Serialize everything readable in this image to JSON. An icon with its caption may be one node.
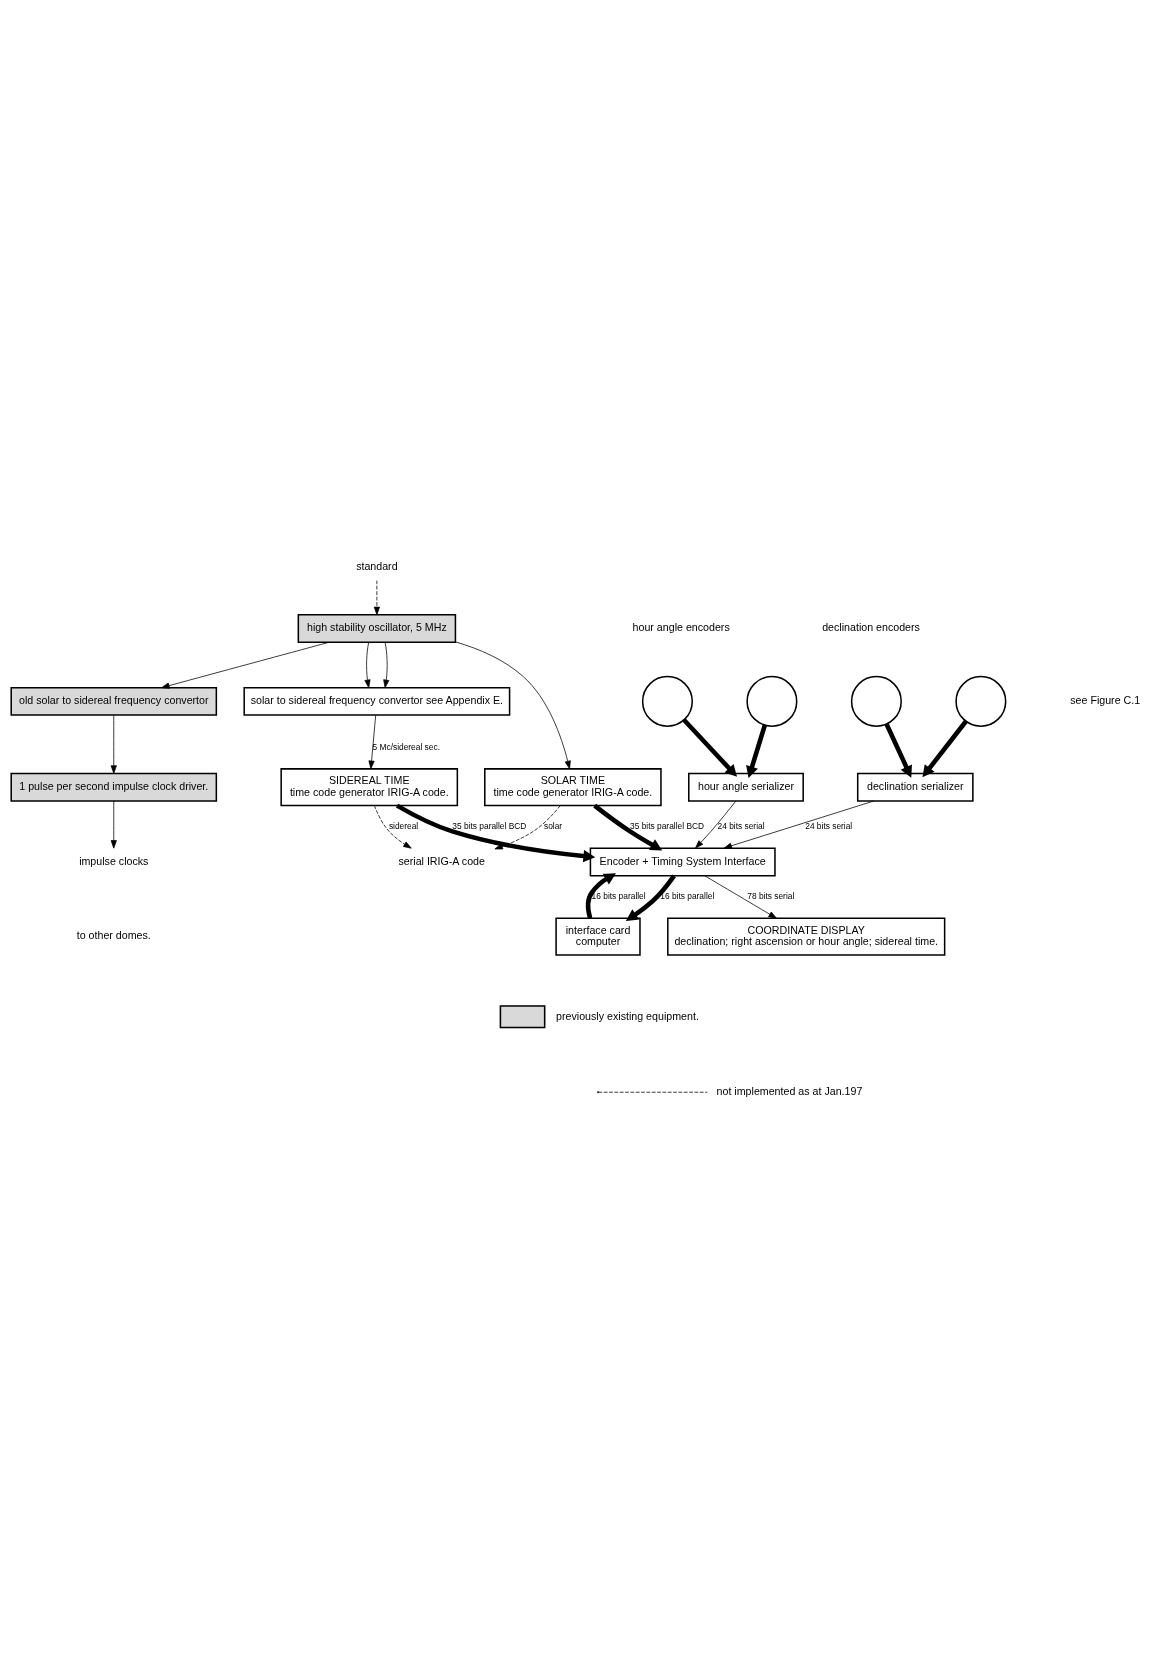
{
  "diagram": {
    "nodes": [
      {
        "text": [
          "standard"
        ]
      },
      {
        "text": [
          "high stability oscillator, 5 MHz"
        ]
      },
      {
        "text": [
          "solar to sidereal frequency convertor see Appendix E."
        ]
      },
      {
        "text": [
          "SIDEREAL TIME",
          "time code generator IRIG-A code."
        ]
      },
      {
        "text": [
          "SOLAR TIME",
          "time code generator IRIG-A code."
        ]
      },
      {
        "text": [
          "old solar to sidereal frequency convertor"
        ]
      },
      {
        "text": [
          "1 pulse per second impulse clock driver."
        ]
      },
      {
        "text": [
          "impulse clocks"
        ]
      },
      {
        "text": [
          "serial IRIG-A code"
        ]
      },
      {
        "text": [],
        "shape": "circle"
      },
      {
        "text": [],
        "shape": "circle"
      },
      {
        "text": [],
        "shape": "circle"
      },
      {
        "text": [],
        "shape": "circle"
      },
      {
        "text": [
          "hour angle serializer"
        ]
      },
      {
        "text": [
          "declination serializer"
        ]
      },
      {
        "text": [
          "Encoder + Timing System Interface"
        ]
      },
      {
        "text": [
          "COORDINATE DISPLAY",
          "declination; right ascension or hour angle; sidereal time."
        ]
      },
      {
        "text": [
          "interface card",
          "computer"
        ]
      }
    ],
    "edges": [
      {
        "from": 0,
        "to": 1,
        "arrow": "to",
        "style": "dashed"
      },
      {
        "from": 1,
        "to": 2,
        "arrow": "to"
      },
      {
        "from": 1,
        "to": 2,
        "arrow": "to"
      },
      {
        "from": 1,
        "to": 4,
        "arrow": "to"
      },
      {
        "from": 1,
        "to": 5,
        "arrow": "to"
      },
      {
        "from": 2,
        "to": 3,
        "arrow": "to",
        "label": "5 Mc/sidereal sec."
      },
      {
        "from": 3,
        "to": 15,
        "arrow": "to",
        "label": "35 bits parallel BCD",
        "style": "thick"
      },
      {
        "from": 4,
        "to": 15,
        "arrow": "to",
        "label": "35 bits parallel BCD",
        "style": "thick"
      },
      {
        "from": 3,
        "to": 8,
        "arrow": "to",
        "label": "sidereal",
        "style": "dashed"
      },
      {
        "from": 4,
        "to": 8,
        "arrow": "to",
        "label": "solar",
        "style": "dashed"
      },
      {
        "from": 5,
        "to": 6,
        "arrow": "to"
      },
      {
        "from": 6,
        "to": 7,
        "arrow": "to"
      },
      {
        "from": 9,
        "to": 13,
        "arrow": "to",
        "style": "thick"
      },
      {
        "from": 10,
        "to": 13,
        "arrow": "to",
        "style": "thick"
      },
      {
        "from": 11,
        "to": 14,
        "arrow": "to",
        "style": "thick"
      },
      {
        "from": 12,
        "to": 14,
        "arrow": "to",
        "style": "thick"
      },
      {
        "from": 13,
        "to": 15,
        "arrow": "to",
        "label": "24 bits serial"
      },
      {
        "from": 14,
        "to": 15,
        "arrow": "to",
        "label": "24 bits serial"
      },
      {
        "from": 15,
        "to": 16,
        "arrow": "to",
        "label": "78 bits serial"
      },
      {
        "from": 15,
        "to": 17,
        "arrow": "to",
        "label": "16 bits parallel",
        "style": "thick"
      },
      {
        "from": 17,
        "to": 15,
        "arrow": "to",
        "label": "16 bits parallel",
        "style": "thick"
      }
    ],
    "labels": [
      "hour angle encoders",
      "declination encoders",
      "see Figure C.1",
      "to other domes."
    ],
    "legend": [
      {
        "text": "previously existing equipment."
      },
      {
        "text": "not implemented as at Jan.197"
      }
    ]
  }
}
